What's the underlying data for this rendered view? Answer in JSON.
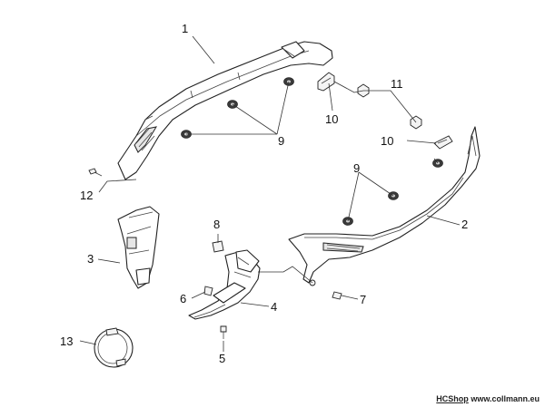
{
  "labels": {
    "p1": "1",
    "p2": "2",
    "p3": "3",
    "p4": "4",
    "p5": "5",
    "p6": "6",
    "p7": "7",
    "p8": "8",
    "p9a": "9",
    "p9b": "9",
    "p10a": "10",
    "p10b": "10",
    "p11": "11",
    "p12": "12",
    "p13": "13"
  },
  "footer": {
    "shop": "HCShop",
    "site": "www.collmann.eu"
  }
}
